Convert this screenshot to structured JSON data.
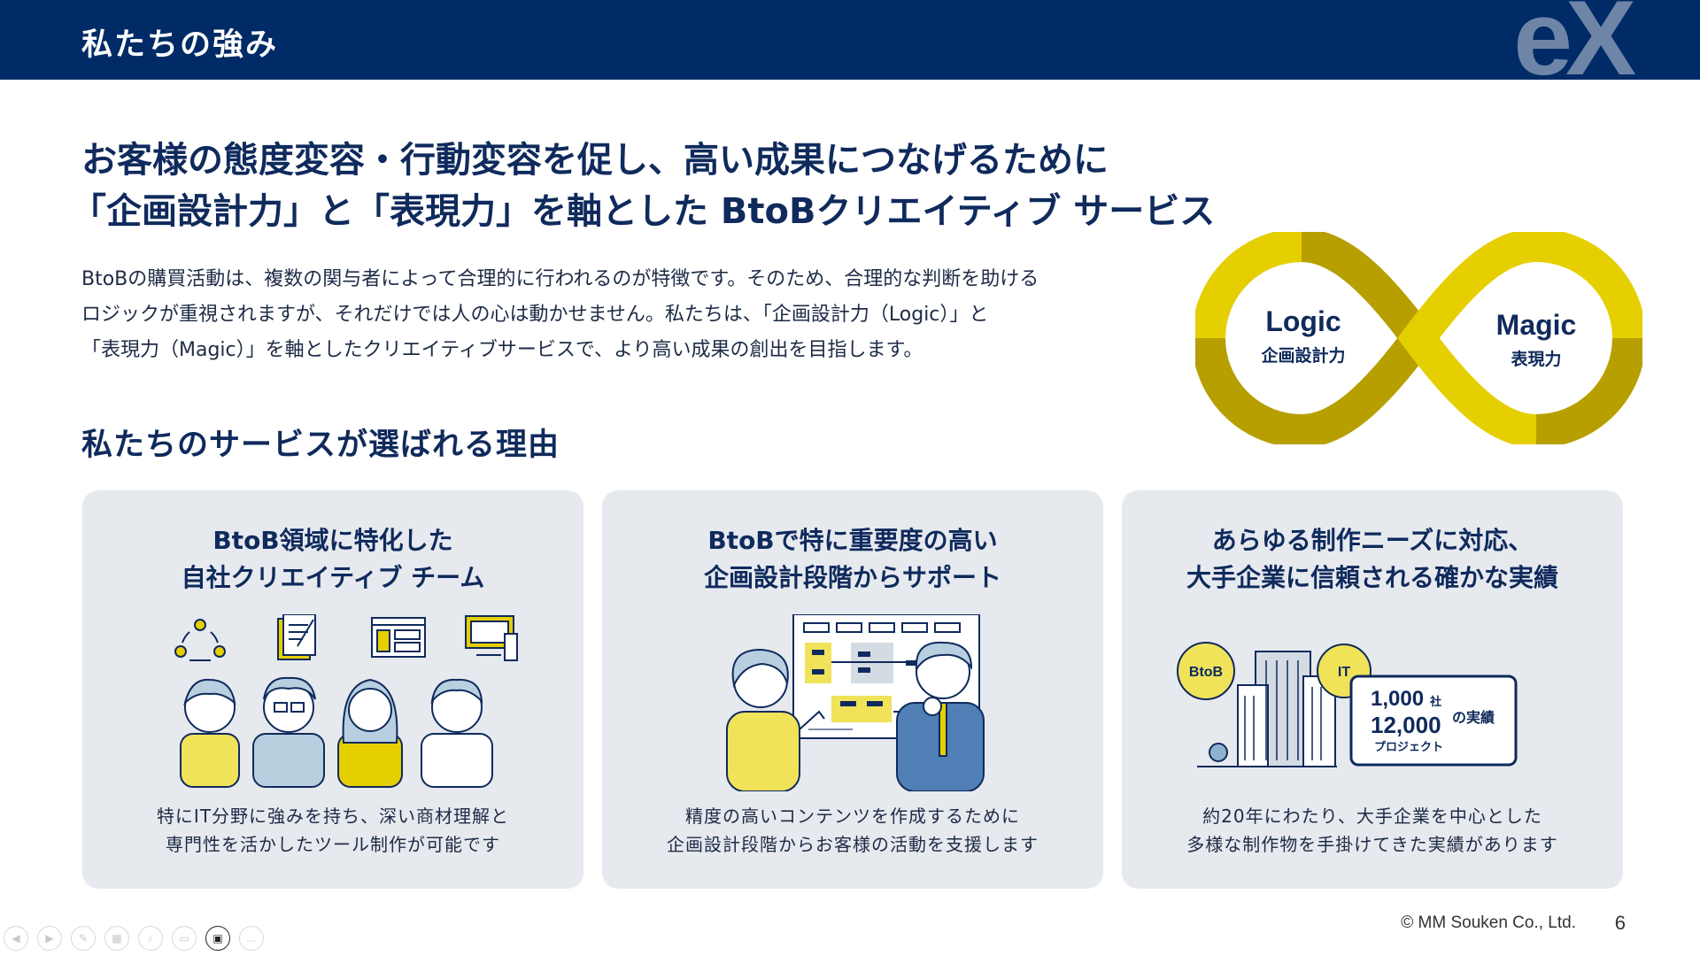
{
  "header": {
    "title": "私たちの強み",
    "logo": "eX"
  },
  "headline": {
    "line1": "お客様の態度変容・行動変容を促し、高い成果につなげるために",
    "line2": "「企画設計力」と「表現力」を軸とした BtoBクリエイティブ サービス"
  },
  "intro": {
    "line1": "BtoBの購買活動は、複数の関与者によって合理的に行われるのが特徴です。そのため、合理的な判断を助ける",
    "line2": "ロジックが重視されますが、それだけでは人の心は動かせません。私たちは、「企画設計力（Logic）」と",
    "line3": "「表現力（Magic）」を軸としたクリエイティブサービスで、より高い成果の創出を目指します。"
  },
  "infinity": {
    "left_title": "Logic",
    "left_sub": "企画設計力",
    "right_title": "Magic",
    "right_sub": "表現力"
  },
  "section_title": "私たちのサービスが選ばれる理由",
  "cards": [
    {
      "title_line1": "BtoB領域に特化した",
      "title_line2": "自社クリエイティブ チーム",
      "desc_line1": "特にIT分野に強みを持ち、深い商材理解と",
      "desc_line2": "専門性を活かしたツール制作が可能です"
    },
    {
      "title_line1": "BtoBで特に重要度の高い",
      "title_line2": "企画設計段階からサポート",
      "desc_line1": "精度の高いコンテンツを作成するために",
      "desc_line2": "企画設計段階からお客様の活動を支援します"
    },
    {
      "title_line1": "あらゆる制作ニーズに対応、",
      "title_line2": "大手企業に信頼される確かな実績",
      "desc_line1": "約20年にわたり、大手企業を中心とした",
      "desc_line2": "多様な制作物を手掛けてきた実績があります",
      "badge_btob": "BtoB",
      "badge_it": "IT",
      "stat_companies": "1,000",
      "stat_companies_unit": "社",
      "stat_projects": "12,000",
      "stat_projects_unit": "プロジェクト",
      "stat_suffix": "の実績"
    }
  ],
  "footer": {
    "copyright": "© MM Souken Co., Ltd.",
    "page_number": "6"
  },
  "toolbar_icons": [
    "prev-icon",
    "next-icon",
    "pen-icon",
    "slides-icon",
    "zoom-icon",
    "subtitle-icon",
    "camera-icon",
    "more-icon"
  ],
  "colors": {
    "navy": "#002b66",
    "yellow": "#e6cf00",
    "olive": "#b79f00",
    "card_bg": "#e6e9ee"
  }
}
